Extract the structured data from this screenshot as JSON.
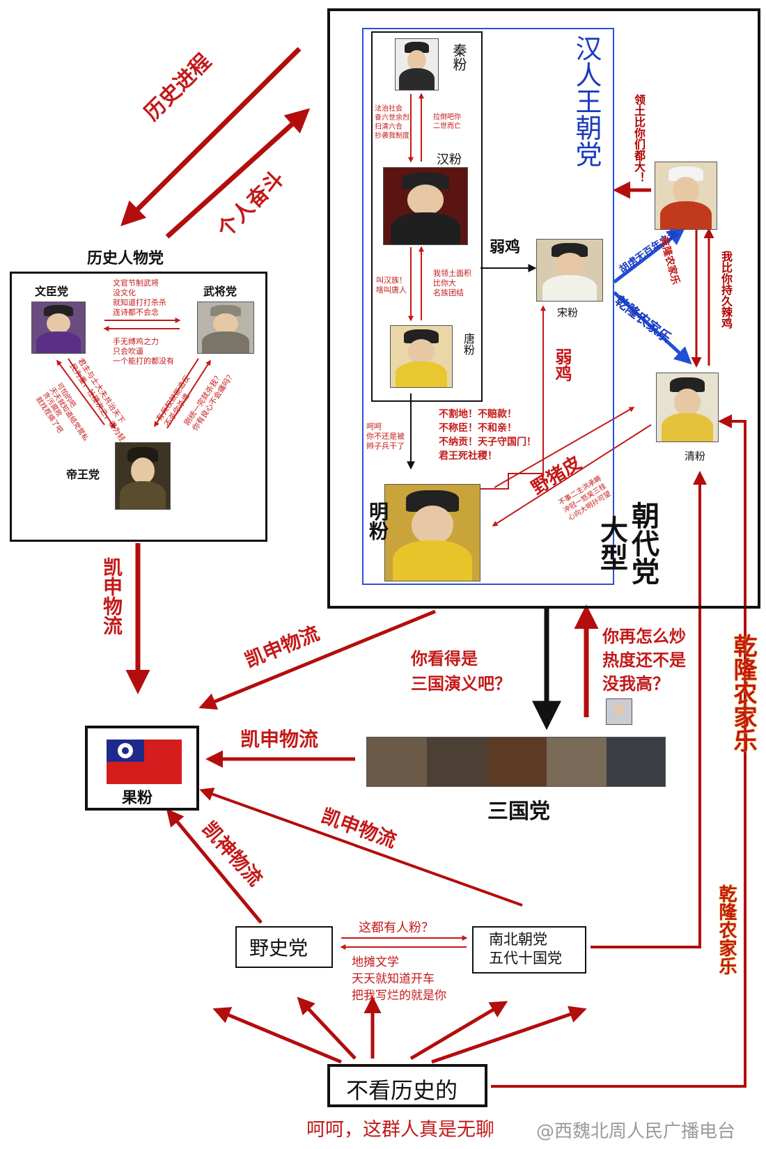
{
  "title_dynasty_party": "朝代党",
  "title_large": "大型",
  "han_party": "汉人王朝党",
  "historical_party": "历史人物党",
  "arrows_top": {
    "history_process": "历史进程",
    "personal_struggle": "个人奋斗"
  },
  "figures": {
    "civil": "文臣党",
    "military": "武将党",
    "emperor": "帝王党",
    "qin": "秦粉",
    "han": "汉粉",
    "tang": "唐粉",
    "song": "宋粉",
    "ming": "明粉",
    "qing": "清粉"
  },
  "texts": {
    "civil_to_military": [
      "文官节制武将",
      "没文化",
      "就知道打打杀杀",
      "连诗都不会念"
    ],
    "military_to_civil": [
      "手无缚鸡之力",
      "只会吹逼",
      "一个能打的都没有"
    ],
    "civil_emperor_1": [
      "君主与士大夫共治天下",
      "民为重，社稷次之，君为轻"
    ],
    "civil_emperor_2": [
      "可怕的吧",
      "天天就知道结党营私",
      "贪污腐败",
      "就找茬搞了吧"
    ],
    "military_emperor_1": [
      "有兵权就能造反",
      "不杀你杀谁"
    ],
    "military_emperor_2": [
      "刚统一完就杀我？",
      "你有良心不会痛吗？"
    ],
    "qin_to_han": [
      "法治社会",
      "奋六世余烈",
      "扫清六合",
      "抄袭我制度"
    ],
    "han_to_qin": [
      "拉倒吧你",
      "二世而亡"
    ],
    "han_to_tang": [
      "叫汉族！",
      "啥叫唐人"
    ],
    "tang_to_han": [
      "我领土面积",
      "比你大",
      "名族团结"
    ],
    "weak_chicken_1": "弱鸡",
    "weak_chicken_2": "弱鸡",
    "ming_to_tang": [
      "呵呵",
      "你不还是被",
      "辫子兵干了"
    ],
    "ming_pride": [
      "不割地！不赔款！",
      "不称臣！不和亲！",
      "不纳贡！天子守国门！",
      "君王死社稷！"
    ],
    "wild_boar": "野猪皮",
    "qing_to_ming": [
      "不事二主洪承畴",
      "冲冠一怒吴三桂",
      "心向大明孙可望"
    ],
    "yuan_to_han": "领土比你们都大！",
    "yuan_to_qing": "我比你持久辣鸡",
    "hulu": "胡虏无百年之运",
    "qianlong_blue_1": "乾隆农家乐",
    "qianlong_blue_2": "乾隆农家乐",
    "kaishen_1": "凯申物流",
    "kaishen_2": "凯申物流",
    "kaishen_3": "凯申物流",
    "kaishen_4": "凯申物流",
    "kaishen_5": "凯神物流",
    "romance_q": [
      "你看得是",
      "三国演义吧？"
    ],
    "hype_q": [
      "你再怎么炒",
      "热度还不是",
      "没我高？"
    ],
    "three_kingdoms": "三国党",
    "kmt": "果粉",
    "unofficial": "野史党",
    "nanbei": [
      "南北朝党",
      "五代十国党"
    ],
    "nanbei_q": "这都有人粉？",
    "nanbei_reply": [
      "地摊文学",
      "天天就知道开车",
      "把我写烂的就是你"
    ],
    "no_history": "不看历史的",
    "bottom_note": "呵呵，这群人真是无聊",
    "watermark": "@西魏北周人民广播电台",
    "qianlong_side_1": "乾隆农家乐",
    "qianlong_side_2": "乾隆农家乐"
  },
  "colors": {
    "arrow_red": "#b30d0d",
    "arrow_blue": "#1f4fd6",
    "text_red": "#c41818"
  }
}
